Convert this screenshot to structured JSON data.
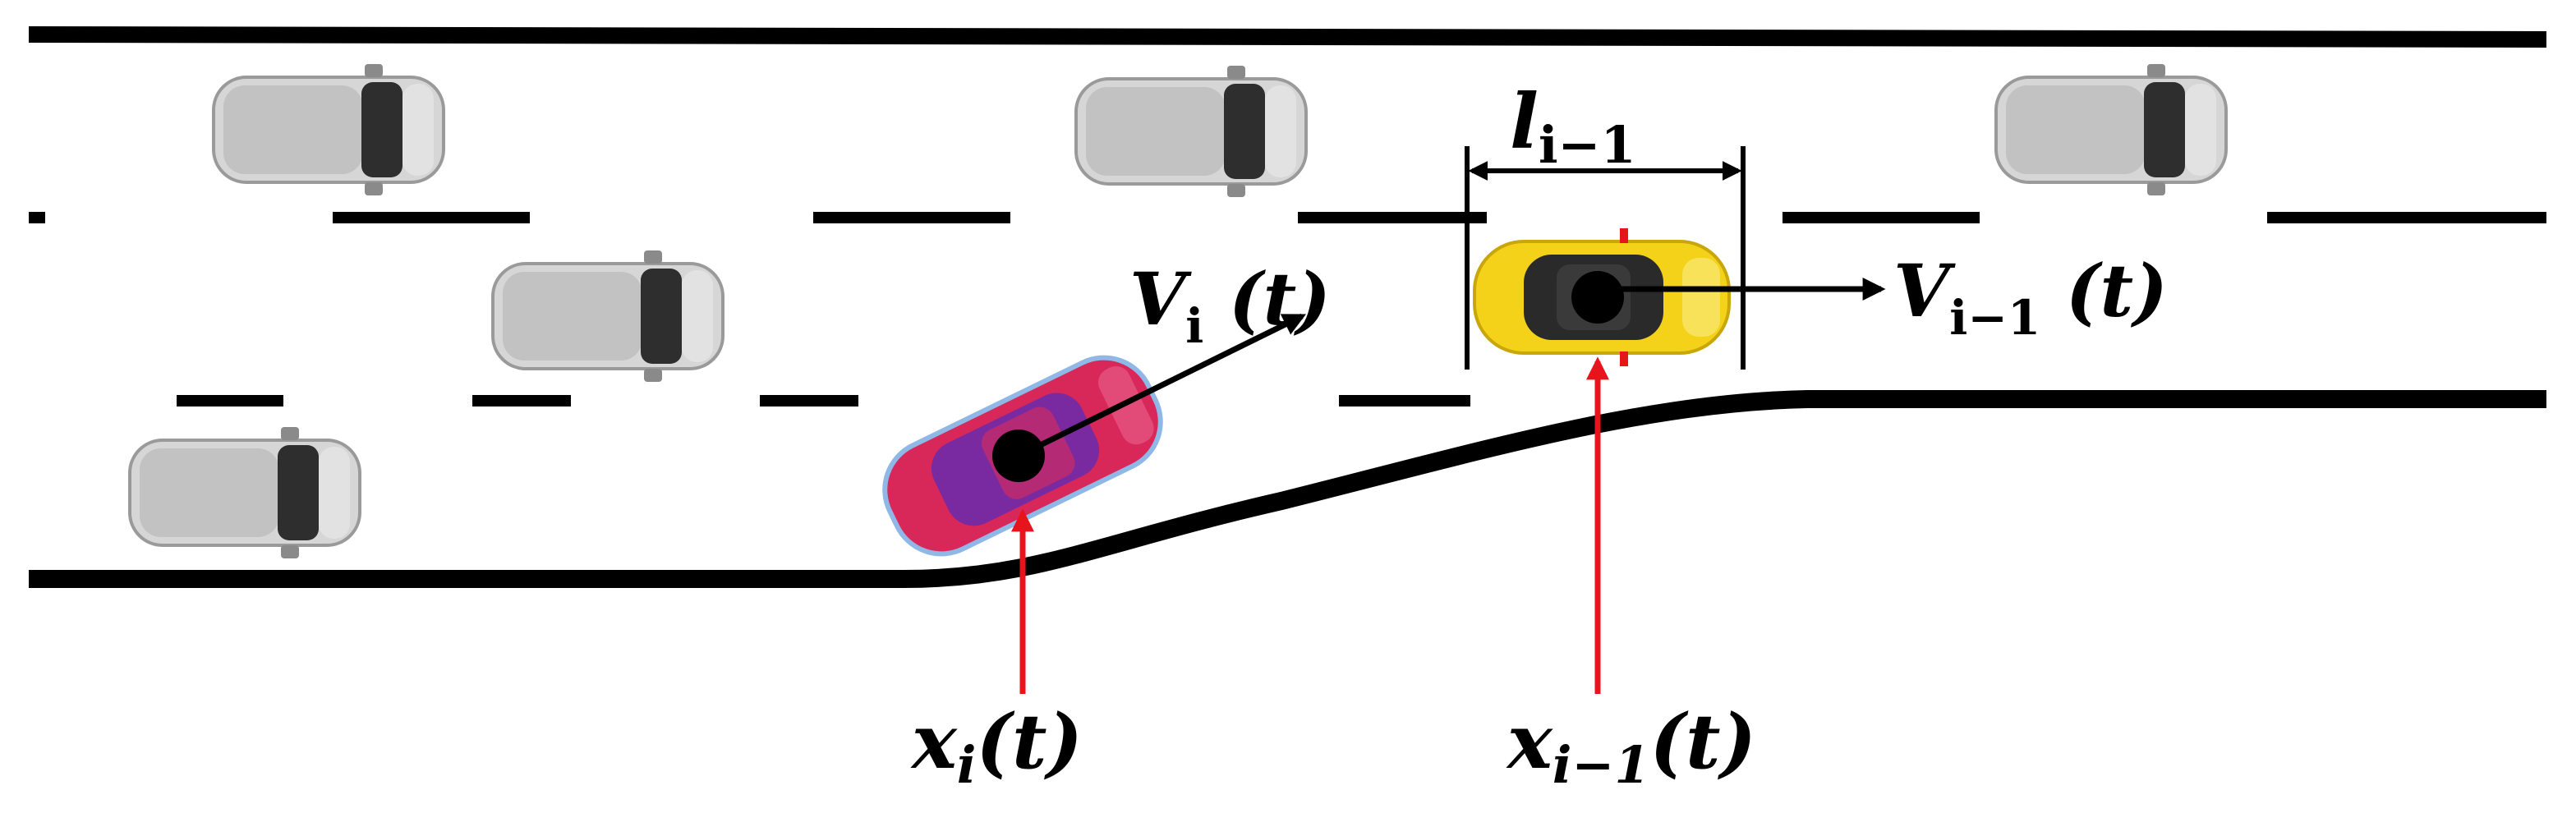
{
  "diagram": {
    "labels": {
      "length_gap": {
        "main": "l",
        "sub": "i−1"
      },
      "velocity_follower": {
        "main": "V",
        "sub": "i",
        "arg": " (t)"
      },
      "velocity_leader": {
        "main": "V",
        "sub": "i−1",
        "arg": " (t)"
      },
      "position_follower": {
        "main": "x",
        "sub": "i",
        "arg": "(t)"
      },
      "position_leader": {
        "main": "x",
        "sub": "i−1",
        "arg": "(t)"
      }
    },
    "colors": {
      "road": "#000000",
      "background": "#ffffff",
      "position_arrow": "#e8141c",
      "follower_car": "#d8285a",
      "follower_accent": "#7a2aa0",
      "leader_car": "#f4d21a",
      "gray_car": "#c8c8c8"
    },
    "icons": [
      "gray-car-icon",
      "red-car-icon",
      "yellow-car-icon"
    ]
  }
}
